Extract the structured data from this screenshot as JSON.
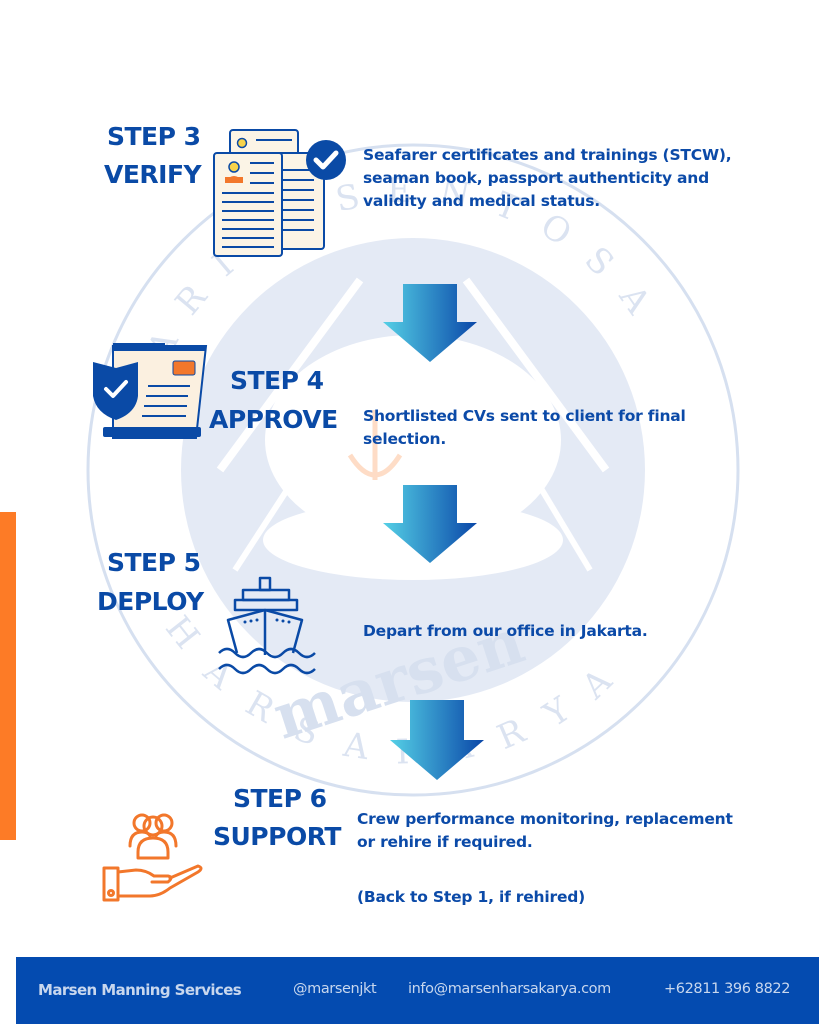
{
  "steps": [
    {
      "number_label": "STEP 3",
      "name": "VERIFY",
      "icon": "documents-verified-icon",
      "description": "Seafarer certificates and trainings (STCW), seaman book, passport authenticity and validity and medical status."
    },
    {
      "number_label": "STEP 4",
      "name": "APPROVE",
      "icon": "shield-document-icon",
      "description": "Shortlisted CVs sent to client for final selection."
    },
    {
      "number_label": "STEP 5",
      "name": "DEPLOY",
      "icon": "ship-icon",
      "description": "Depart from our office in Jakarta."
    },
    {
      "number_label": "STEP 6",
      "name": "SUPPORT",
      "icon": "hand-people-icon",
      "description": "Crew performance monitoring, replacement or rehire if required.",
      "note": "(Back to Step 1, if rehired)"
    }
  ],
  "watermark": {
    "ring_top": "MARIN SENTOSA",
    "ring_bottom": "HARSAKARYA",
    "logo_text": "marsen"
  },
  "footer": {
    "brand": "Marsen Manning Services",
    "social": "@marsenjkt",
    "email": "info@marsenharsakarya.com",
    "phone": "+62811 396 8822"
  },
  "colors": {
    "primary_blue": "#0a4aa6",
    "footer_blue": "#044bb0",
    "accent_orange": "#fd7b26",
    "arrow_gradient_start": "#55d0e6",
    "arrow_gradient_end": "#0a47a8"
  }
}
